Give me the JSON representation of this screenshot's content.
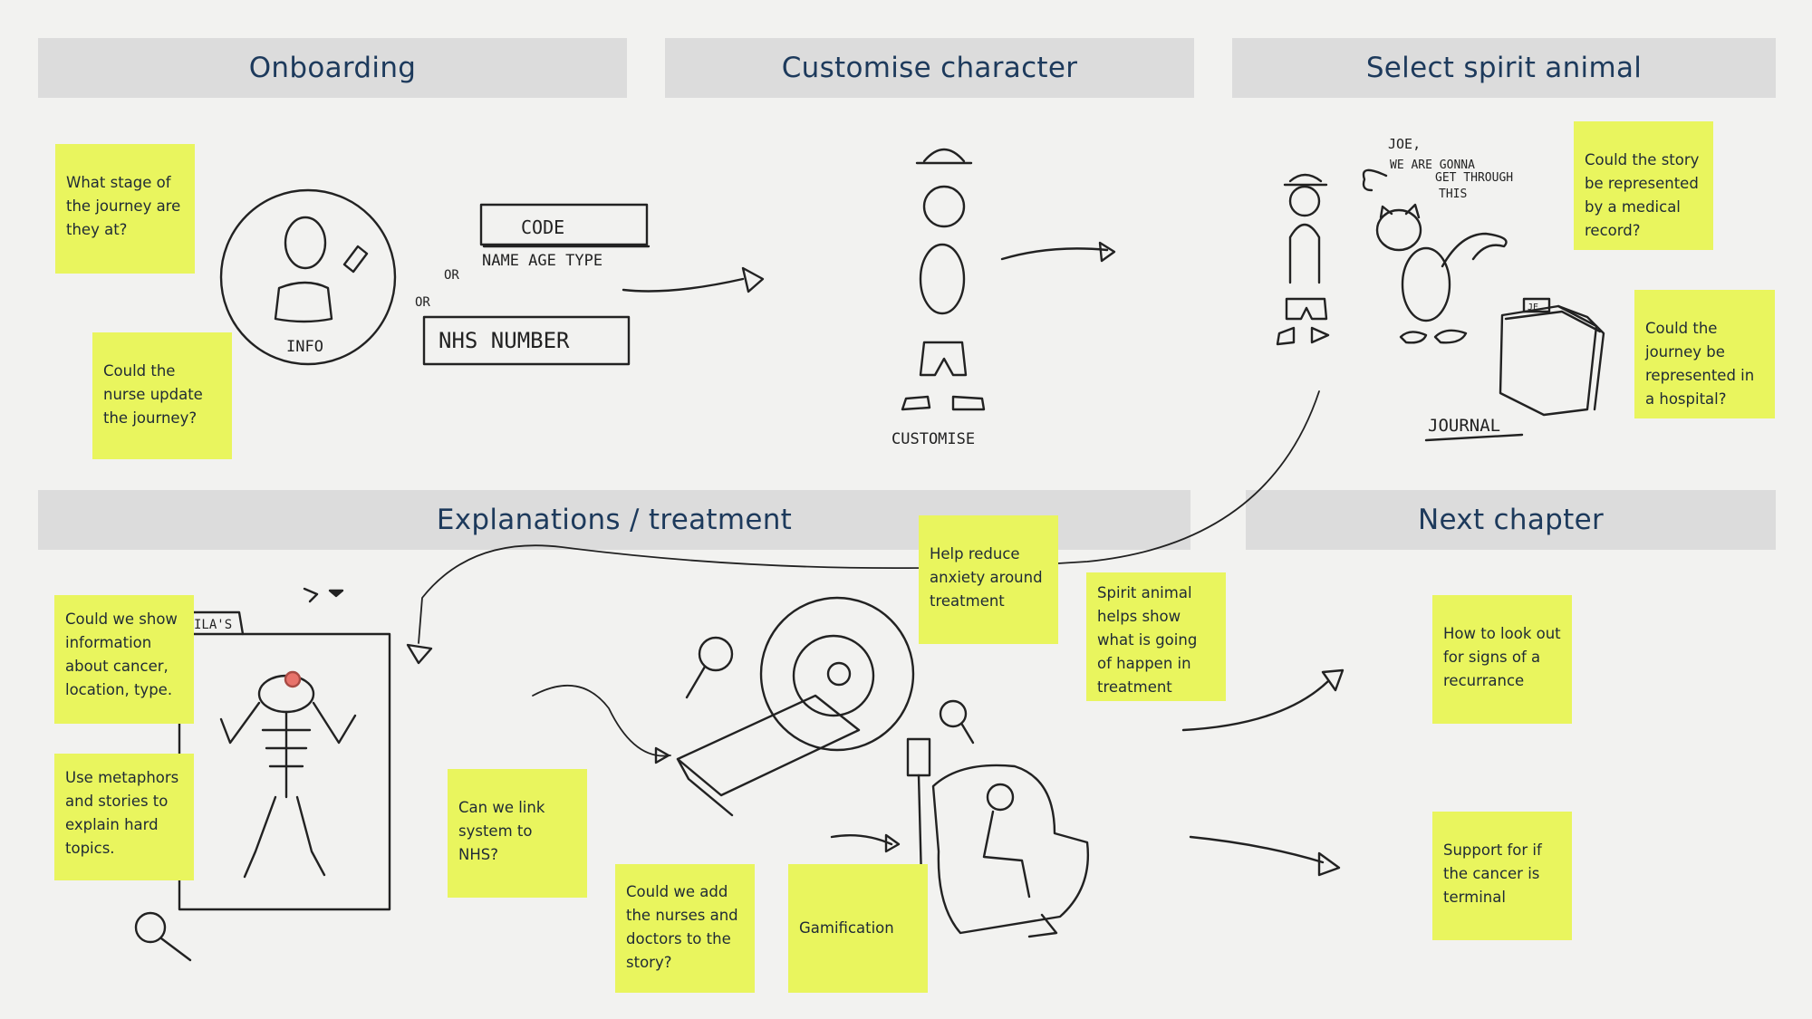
{
  "sections": {
    "onboarding": "Onboarding",
    "customise": "Customise character",
    "spirit": "Select spirit animal",
    "explanations": "Explanations / treatment",
    "next": "Next chapter"
  },
  "stickies": {
    "stage": "What stage of the journey are they at?",
    "nurse_update": "Could the nurse update the journey?",
    "medical_record": "Could the story be represented by a medical record?",
    "hospital": "Could the journey be represented in a hospital?",
    "help_anxiety": "Help reduce anxiety around treatment",
    "spirit_helps": "Spirit animal helps show what is going of happen in treatment",
    "cancer_info": "Could we show information about cancer, location, type.",
    "metaphors": "Use metaphors and stories to explain hard topics.",
    "link_nhs": "Can we link system to NHS?",
    "add_nurses": "Could we add the nurses and doctors to the story?",
    "gamification": "Gamification",
    "signs_recurrance": "How to look out for signs of a recurrance",
    "support_terminal": "Support for if the cancer is terminal"
  },
  "sketch_labels": {
    "info": "INFO",
    "code": "CODE",
    "or1": "OR",
    "name_age_type": "NAME AGE TYPE",
    "or2": "OR",
    "nhs_number": "NHS NUMBER",
    "customise": "CUSTOMISE",
    "joe_line1": "JOE,",
    "joe_line2": "WE ARE GONNA",
    "joe_line3": "GET THROUGH",
    "joe_line4": "THIS",
    "journal": "JOURNAL",
    "file_tab": "ILA'S",
    "journal_tab": "JE"
  },
  "colors": {
    "sticky": "#e9f55e",
    "header_bg": "#dcdcdc",
    "header_text": "#1d3a5c",
    "canvas": "#f2f2f0",
    "ink": "#222222",
    "nose": "#e8736b"
  }
}
